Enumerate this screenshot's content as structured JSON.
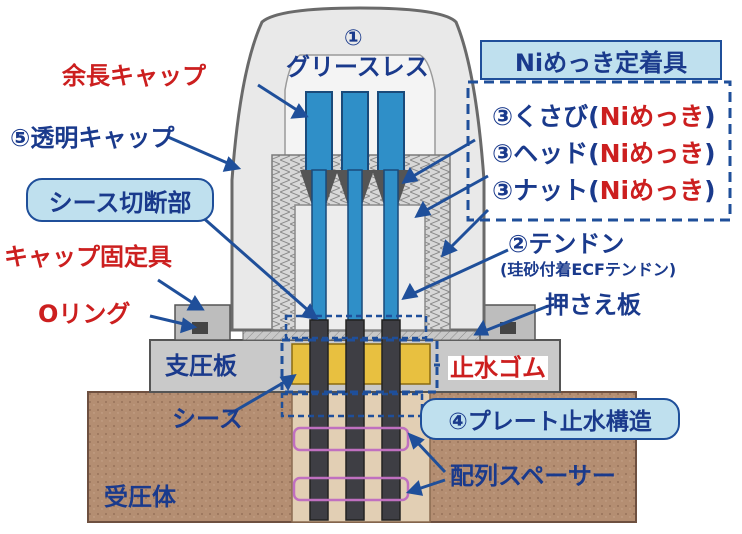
{
  "labels": {
    "grease_num": "①",
    "grease": "グリースレス",
    "extra_cap": "余長キャップ",
    "transparent_cap": "⑤透明キャップ",
    "sheath_cut": "シース切断部",
    "cap_fixture": "キャップ固定具",
    "o_ring": "Oリング",
    "bearing_plate": "支圧板",
    "sheath": "シース",
    "bearing_body": "受圧体",
    "ni_title": "Niめっき定着具",
    "wedge_prefix": "③くさび(",
    "wedge_ni": "Niめっき",
    "wedge_suffix": ")",
    "head_prefix": "③ヘッド(",
    "head_ni": "Niめっき",
    "head_suffix": ")",
    "nut_prefix": "③ナット(",
    "nut_ni": "Niめっき",
    "nut_suffix": ")",
    "tendon": "②テンドン",
    "tendon_sub": "(珪砂付着ECFテンドン)",
    "press_plate": "押さえ板",
    "water_rubber": "止水ゴム",
    "plate_water": "④プレート止水構造",
    "spacer": "配列スペーサー"
  },
  "colors": {
    "red_text": "#cc1f1f",
    "blue_text": "#1a3a8c",
    "box_fill": "#bfe0ee",
    "tendon_blue": "#2f8fc8",
    "soil": "#b48e72",
    "rubber": "#e8c040"
  }
}
